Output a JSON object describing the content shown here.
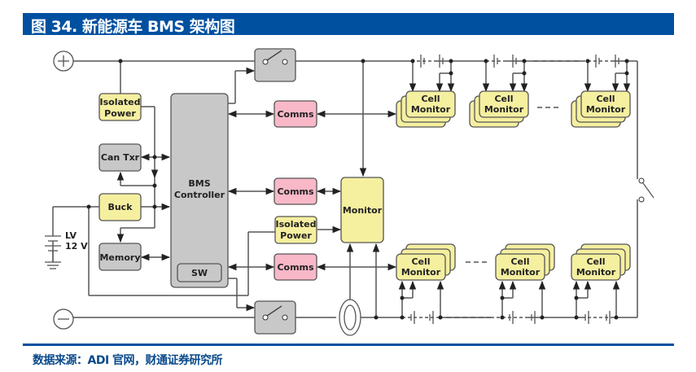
{
  "title": "图 34. 新能源车 BMS 架构图",
  "source": "数据来源：ADI 官网，财通证券研究所",
  "colors": {
    "header_bg": "#0050a0",
    "yellow_block": "#f5efa0",
    "gray_block": "#c8c8c8",
    "pink_block": "#f8b8c8",
    "line": "#555555"
  },
  "diagram": {
    "terminals": {
      "positive": "+",
      "negative": "−"
    },
    "blocks": {
      "isolated_power_top": [
        "Isolated",
        "Power"
      ],
      "can_txr": "Can Txr",
      "buck": "Buck",
      "memory": "Memory",
      "bms_controller": [
        "BMS",
        "Controller"
      ],
      "sw": "SW",
      "comms_top": "Comms",
      "comms_mid": "Comms",
      "comms_bottom": "Comms",
      "isolated_power_mid": [
        "Isolated",
        "Power"
      ],
      "monitor": "Monitor",
      "cell_monitor": [
        "Cell",
        "Monitor"
      ]
    },
    "lv_label": [
      "LV",
      "12 V"
    ],
    "top_cell_monitors": 3,
    "bottom_cell_monitors": 3
  }
}
